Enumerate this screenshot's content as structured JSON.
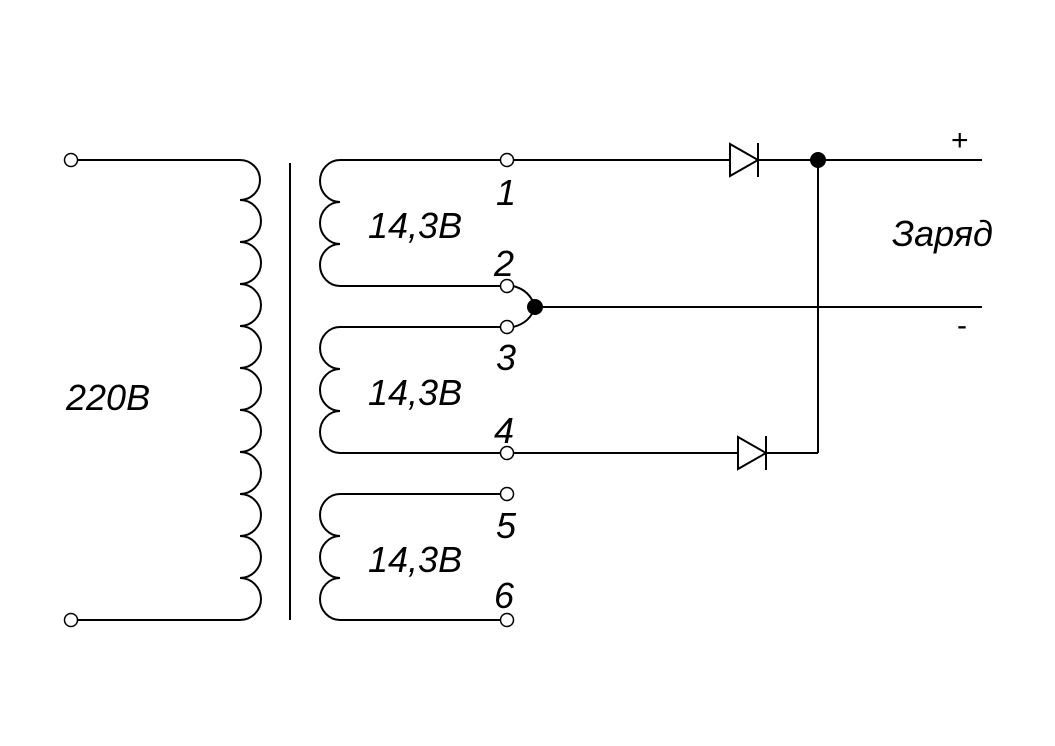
{
  "primary": {
    "voltage": "220В"
  },
  "secondary_windings": [
    {
      "voltage": "14,3В"
    },
    {
      "voltage": "14,3В"
    },
    {
      "voltage": "14,3В"
    }
  ],
  "terminals": [
    "1",
    "2",
    "3",
    "4",
    "5",
    "6"
  ],
  "output": {
    "label": "Заряд",
    "plus": "+",
    "minus": "-"
  }
}
